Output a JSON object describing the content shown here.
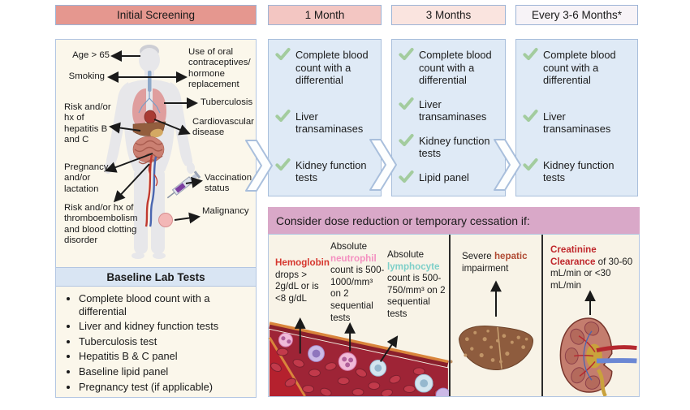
{
  "timeline": {
    "headers": [
      {
        "label": "Initial Screening"
      },
      {
        "label": "1 Month"
      },
      {
        "label": "3 Months"
      },
      {
        "label": "Every 3-6 Months*"
      }
    ]
  },
  "screening": {
    "risk_labels_left": [
      "Age > 65",
      "Smoking",
      "Risk and/or hx of hepatitis B and C",
      "Pregnancy and/or lactation",
      "Risk and/or hx of thromboembolism and blood clotting disorder"
    ],
    "risk_labels_right": [
      "Use of oral contraceptives/ hormone replacement",
      "Tuberculosis",
      "Cardiovascular disease",
      "Vaccination status",
      "Malignancy"
    ],
    "baseline_header": "Baseline Lab Tests",
    "baseline_tests": [
      "Complete blood count with a differential",
      "Liver and kidney function tests",
      "Tuberculosis test",
      "Hepatitis B & C panel",
      "Baseline lipid panel",
      "Pregnancy test (if applicable)"
    ]
  },
  "monitoring": {
    "columns": [
      {
        "period": "1 Month",
        "tests": [
          "Complete blood count with a differential",
          "Liver transaminases",
          "Kidney function tests"
        ]
      },
      {
        "period": "3 Months",
        "tests": [
          "Complete blood count with a differential",
          "Liver transaminases",
          "Kidney function tests",
          "Lipid panel"
        ]
      },
      {
        "period": "Every 3-6 Months*",
        "tests": [
          "Complete blood count with a differential",
          "Liver transaminases",
          "Kidney function tests"
        ]
      }
    ]
  },
  "dose_reduction": {
    "header": "Consider dose reduction or temporary cessation if:",
    "criteria": [
      {
        "prefix": "",
        "highlight": "Hemoglobin",
        "suffix": " drops > 2g/dL or is <8 g/dL",
        "color": "#d6372e"
      },
      {
        "prefix": "Absolute ",
        "highlight": "neutrophil",
        "suffix": " count is 500-1000/mm³ on 2 sequential tests",
        "color": "#f48fc0"
      },
      {
        "prefix": "Absolute ",
        "highlight": "lymphocyte",
        "suffix": " count is 500-750/mm³ on 2 sequential tests",
        "color": "#7fd0c9"
      },
      {
        "prefix": "Severe ",
        "highlight": "hepatic",
        "suffix": " impairment",
        "color": "#b04a33"
      },
      {
        "prefix": "",
        "highlight": "Creatinine Clearance",
        "suffix": " of 30-60 mL/min or <30 mL/min",
        "color": "#c0282d"
      }
    ]
  },
  "palette": {
    "header_initial_bg": "#e5978f",
    "header_1month_bg": "#f3c6c2",
    "header_3months_bg": "#fae4df",
    "header_36months_bg": "#f7f3f7",
    "panel_blue_bg": "#dfeaf6",
    "panel_border": "#a9bfdc",
    "cream_bg": "#fbf7eb",
    "dose_header_bg": "#d9a8c8",
    "check_green": "#a3cc9e"
  }
}
